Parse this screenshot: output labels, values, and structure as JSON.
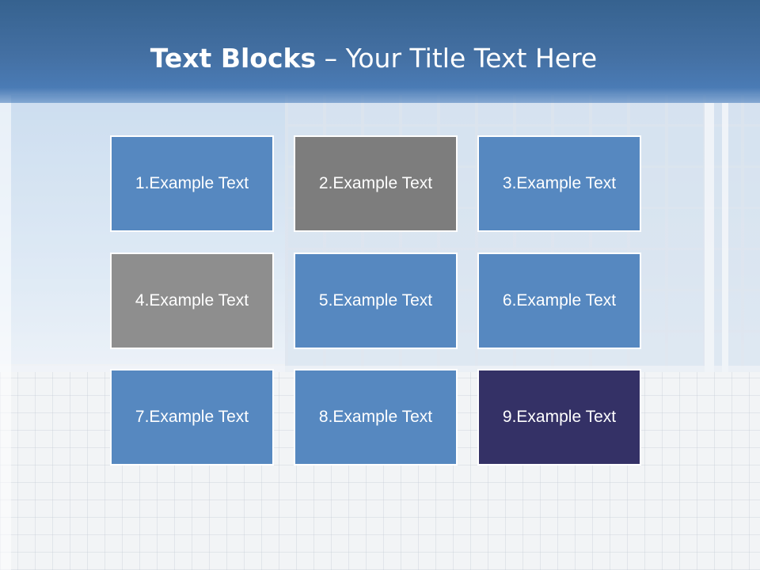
{
  "slide": {
    "title_bold": "Text Blocks",
    "title_rest": " – Your Title Text Here"
  },
  "blocks": [
    {
      "label": "1.Example Text",
      "color": "#5688c0"
    },
    {
      "label": "2.Example Text",
      "color": "#7d7d7d"
    },
    {
      "label": "3.Example Text",
      "color": "#5688c0"
    },
    {
      "label": "4.Example Text",
      "color": "#8e8e8e"
    },
    {
      "label": "5.Example Text",
      "color": "#5688c0"
    },
    {
      "label": "6.Example Text",
      "color": "#5688c0"
    },
    {
      "label": "7.Example Text",
      "color": "#5688c0"
    },
    {
      "label": "8.Example Text",
      "color": "#5688c0"
    },
    {
      "label": "9.Example Text",
      "color": "#343166"
    }
  ],
  "colors": {
    "header": "#4470a3",
    "accent_blue": "#5688c0",
    "accent_gray": "#7d7d7d",
    "accent_navy": "#343166"
  }
}
